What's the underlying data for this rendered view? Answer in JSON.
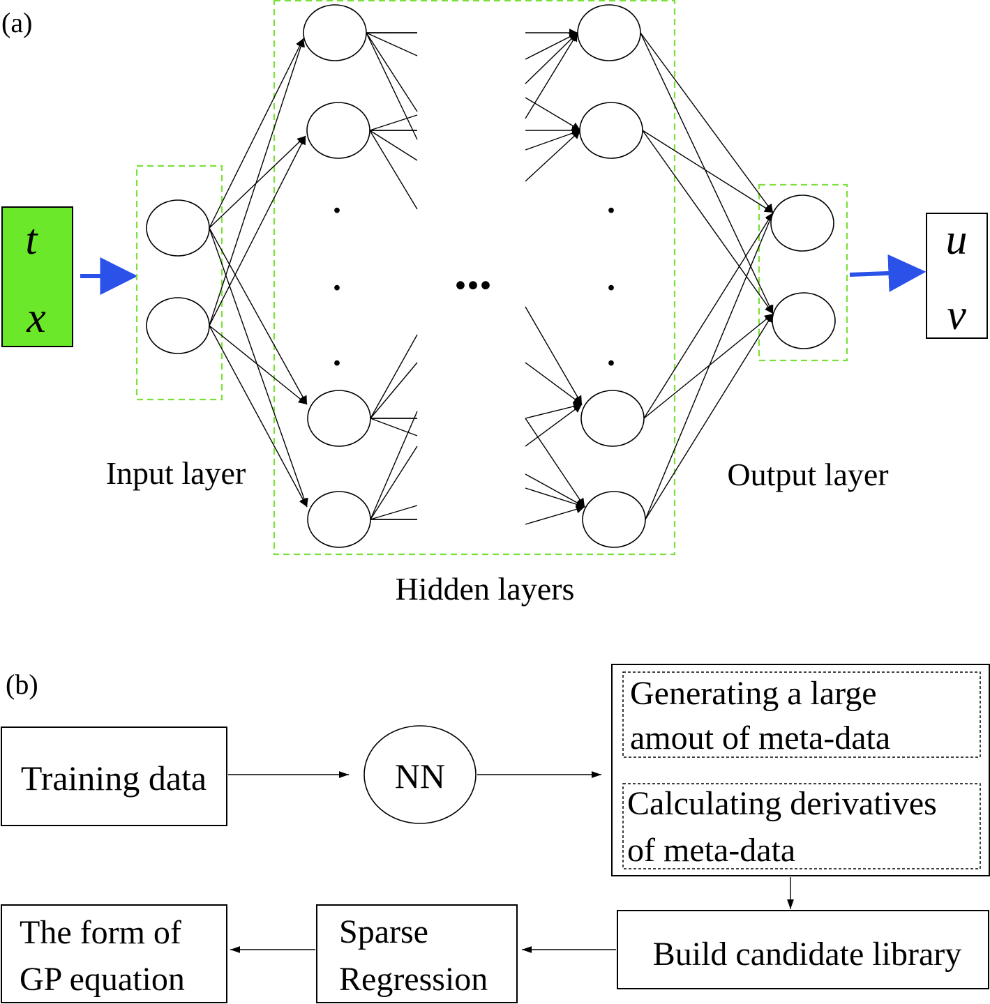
{
  "panel_a": {
    "label": "(a)",
    "input_vars": [
      "t",
      "x"
    ],
    "output_vars": [
      "u",
      "v"
    ],
    "input_layer_label": "Input layer",
    "hidden_layers_label": "Hidden layers",
    "output_layer_label": "Output layer",
    "ellipsis": "...",
    "vertical_dot": ".",
    "colors": {
      "input_fill": "#6ce82b",
      "flow_arrow": "#2a52e8",
      "layer_box": "#7be03a"
    }
  },
  "panel_b": {
    "label": "(b)",
    "training_data": "Training data",
    "nn": "NN",
    "meta_line1": "Generating a large",
    "meta_line2": "amout of meta-data",
    "deriv_line1": "Calculating derivatives",
    "deriv_line2": "of meta-data",
    "library": "Build candidate library",
    "sparse_line1": "Sparse",
    "sparse_line2": "Regression",
    "form_line1": "The form of",
    "form_line2": "GP equation"
  }
}
